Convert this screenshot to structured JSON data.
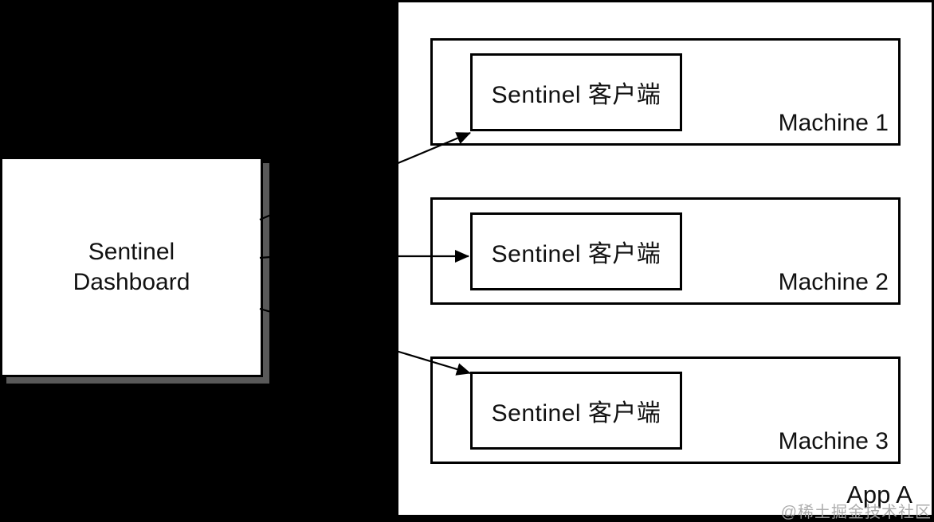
{
  "dashboard": {
    "line1": "Sentinel",
    "line2": "Dashboard"
  },
  "app": {
    "label": "App A",
    "machines": [
      {
        "label": "Machine 1",
        "client": "Sentinel 客户端"
      },
      {
        "label": "Machine 2",
        "client": "Sentinel 客户端"
      },
      {
        "label": "Machine 3",
        "client": "Sentinel 客户端"
      }
    ]
  },
  "watermark": "@稀土掘金技术社区",
  "colors": {
    "background": "#000000",
    "box_fill": "#ffffff",
    "border": "#000000",
    "shadow": "#595959",
    "watermark": "#a5a5a5"
  }
}
